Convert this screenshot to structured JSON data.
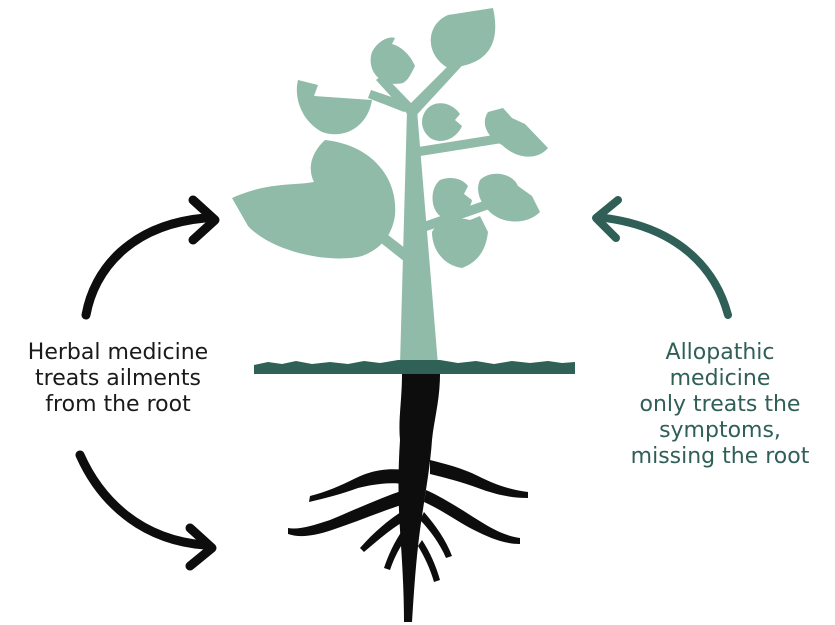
{
  "captions": {
    "left": {
      "lines": [
        "Herbal medicine",
        "treats ailments",
        "from the root"
      ]
    },
    "right": {
      "lines": [
        "Allopathic",
        "medicine",
        "only treats the",
        "symptoms,",
        "missing the root"
      ]
    }
  },
  "colors": {
    "foliage": "#8fbba8",
    "ground": "#2f6156",
    "roots": "#0d0d0d",
    "left_arrows": "#0d0d0d",
    "right_arrow": "#2f5f57",
    "left_text": "#1a1a1a",
    "right_text": "#2f5f57"
  }
}
